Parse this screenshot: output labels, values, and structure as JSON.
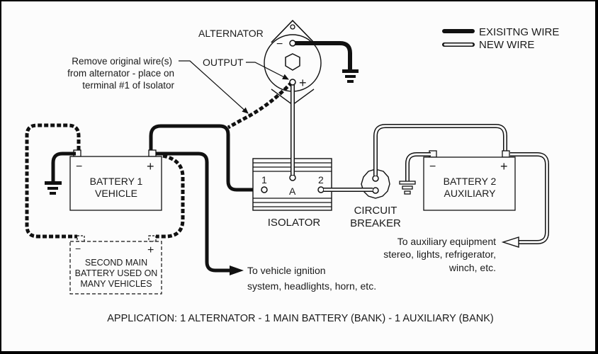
{
  "legend": {
    "existing_wire": "EXISITNG WIRE",
    "new_wire": "NEW WIRE"
  },
  "alternator": {
    "label": "ALTERNATOR",
    "output_label": "OUTPUT",
    "neg_sign": "−",
    "pos_sign": "+"
  },
  "note": {
    "line1": "Remove original wire(s)",
    "line2": "from alternator - place on",
    "line3": "terminal #1 of Isolator"
  },
  "battery1": {
    "line1": "BATTERY 1",
    "line2": "VEHICLE",
    "neg": "−",
    "pos": "+"
  },
  "second_battery": {
    "line1": "SECOND MAIN",
    "line2": "BATTERY USED ON",
    "line3": "MANY VEHICLES",
    "neg": "−",
    "pos": "+"
  },
  "isolator": {
    "label": "ISOLATOR",
    "terminal1": "1",
    "terminalA": "A",
    "terminal2": "2"
  },
  "circuit_breaker": {
    "line1": "CIRCUIT",
    "line2": "BREAKER"
  },
  "battery2": {
    "line1": "BATTERY 2",
    "line2": "AUXILIARY",
    "neg": "−",
    "pos": "+"
  },
  "vehicle_note": {
    "line1": "To vehicle ignition",
    "line2": "system, headlights, horn, etc."
  },
  "aux_note": {
    "line1": "To auxiliary equipment",
    "line2": "stereo, lights, refrigerator,",
    "line3": "winch, etc."
  },
  "caption": "APPLICATION: 1 ALTERNATOR - 1 MAIN BATTERY (BANK) - 1 AUXILIARY (BANK)"
}
